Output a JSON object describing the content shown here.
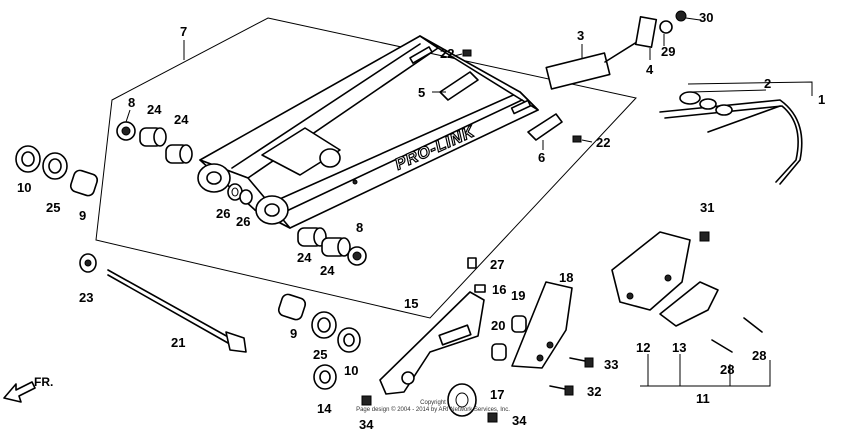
{
  "brand_text": "PRO-LINK",
  "direction_label": "FR.",
  "copyright": {
    "line1": "Copyright",
    "line2": "Page design © 2004 - 2014 by ARI Network Services, Inc."
  },
  "callouts": [
    {
      "id": "c1",
      "label": "1"
    },
    {
      "id": "c2",
      "label": "2"
    },
    {
      "id": "c3",
      "label": "3"
    },
    {
      "id": "c4",
      "label": "4"
    },
    {
      "id": "c5",
      "label": "5"
    },
    {
      "id": "c6",
      "label": "6"
    },
    {
      "id": "c7",
      "label": "7"
    },
    {
      "id": "c8a",
      "label": "8"
    },
    {
      "id": "c8b",
      "label": "8"
    },
    {
      "id": "c9a",
      "label": "9"
    },
    {
      "id": "c9b",
      "label": "9"
    },
    {
      "id": "c10a",
      "label": "10"
    },
    {
      "id": "c10b",
      "label": "10"
    },
    {
      "id": "c11",
      "label": "11"
    },
    {
      "id": "c12",
      "label": "12"
    },
    {
      "id": "c13",
      "label": "13"
    },
    {
      "id": "c14",
      "label": "14"
    },
    {
      "id": "c15",
      "label": "15"
    },
    {
      "id": "c16",
      "label": "16"
    },
    {
      "id": "c17",
      "label": "17"
    },
    {
      "id": "c18",
      "label": "18"
    },
    {
      "id": "c19",
      "label": "19"
    },
    {
      "id": "c20",
      "label": "20"
    },
    {
      "id": "c21",
      "label": "21"
    },
    {
      "id": "c22a",
      "label": "22"
    },
    {
      "id": "c22b",
      "label": "22"
    },
    {
      "id": "c23",
      "label": "23"
    },
    {
      "id": "c24a",
      "label": "24"
    },
    {
      "id": "c24b",
      "label": "24"
    },
    {
      "id": "c24c",
      "label": "24"
    },
    {
      "id": "c24d",
      "label": "24"
    },
    {
      "id": "c25a",
      "label": "25"
    },
    {
      "id": "c25b",
      "label": "25"
    },
    {
      "id": "c26a",
      "label": "26"
    },
    {
      "id": "c26b",
      "label": "26"
    },
    {
      "id": "c27",
      "label": "27"
    },
    {
      "id": "c28a",
      "label": "28"
    },
    {
      "id": "c28b",
      "label": "28"
    },
    {
      "id": "c29",
      "label": "29"
    },
    {
      "id": "c30",
      "label": "30"
    },
    {
      "id": "c31",
      "label": "31"
    },
    {
      "id": "c32",
      "label": "32"
    },
    {
      "id": "c33",
      "label": "33"
    },
    {
      "id": "c34a",
      "label": "34"
    },
    {
      "id": "c34b",
      "label": "34"
    }
  ]
}
